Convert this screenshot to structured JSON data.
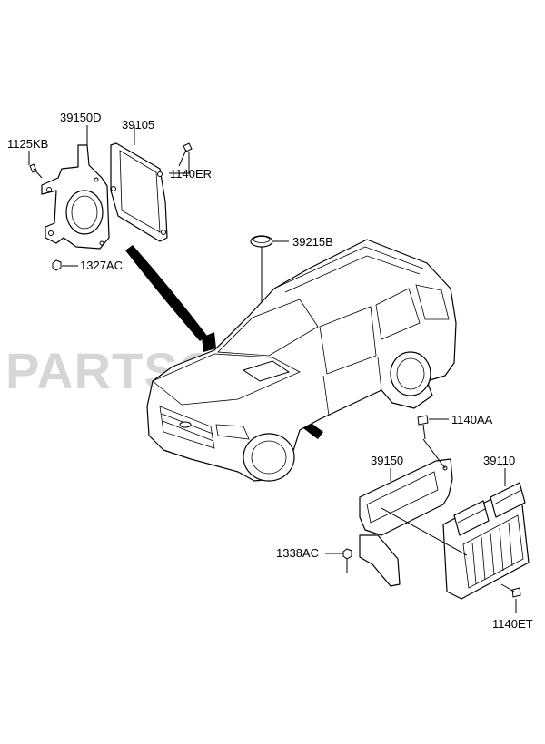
{
  "watermark": "PARTSOUQ.COM",
  "parts": {
    "p39150D": "39150D",
    "p39105": "39105",
    "p1125KB": "1125KB",
    "p1140ER": "1140ER",
    "p1327AC": "1327AC",
    "p39215B": "39215B",
    "p1140AA": "1140AA",
    "p39150": "39150",
    "p39110": "39110",
    "p1338AC": "1338AC",
    "p1140ET": "1140ET"
  }
}
